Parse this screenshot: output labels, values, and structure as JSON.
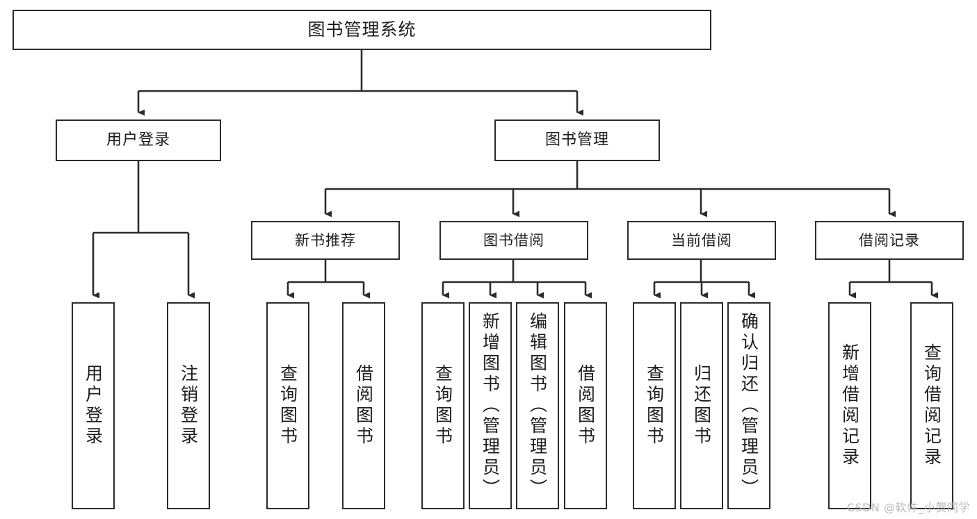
{
  "diagram": {
    "title": "图书管理系统",
    "type": "tree",
    "watermark": "CSDN @软件_小贺同学",
    "root": {
      "id": "root",
      "label": "图书管理系统"
    },
    "level2": [
      {
        "id": "user-login",
        "label": "用户登录"
      },
      {
        "id": "book-manage",
        "label": "图书管理"
      }
    ],
    "level3": [
      {
        "id": "new-book-recommend",
        "label": "新书推荐",
        "parent": "book-manage"
      },
      {
        "id": "book-borrow",
        "label": "图书借阅",
        "parent": "book-manage"
      },
      {
        "id": "current-borrow",
        "label": "当前借阅",
        "parent": "book-manage"
      },
      {
        "id": "borrow-record",
        "label": "借阅记录",
        "parent": "book-manage"
      }
    ],
    "leaves": [
      {
        "id": "leaf-user-login",
        "label": "用户登录",
        "parent": "user-login"
      },
      {
        "id": "leaf-logout",
        "label": "注销登录",
        "parent": "user-login"
      },
      {
        "id": "leaf-query-book-1",
        "label": "查询图书",
        "parent": "new-book-recommend"
      },
      {
        "id": "leaf-borrow-book-1",
        "label": "借阅图书",
        "parent": "new-book-recommend"
      },
      {
        "id": "leaf-query-book-2",
        "label": "查询图书",
        "parent": "book-borrow"
      },
      {
        "id": "leaf-add-book",
        "label": "新增图书（管理员）",
        "parent": "book-borrow"
      },
      {
        "id": "leaf-edit-book",
        "label": "编辑图书（管理员）",
        "parent": "book-borrow"
      },
      {
        "id": "leaf-borrow-book-2",
        "label": "借阅图书",
        "parent": "book-borrow"
      },
      {
        "id": "leaf-query-book-3",
        "label": "查询图书",
        "parent": "current-borrow"
      },
      {
        "id": "leaf-return-book",
        "label": "归还图书",
        "parent": "current-borrow"
      },
      {
        "id": "leaf-confirm-return",
        "label": "确认归还（管理员）",
        "parent": "current-borrow"
      },
      {
        "id": "leaf-add-record",
        "label": "新增借阅记录",
        "parent": "borrow-record"
      },
      {
        "id": "leaf-query-record",
        "label": "查询借阅记录",
        "parent": "borrow-record"
      }
    ],
    "colors": {
      "stroke": "#2b2b2b",
      "fill": "#ffffff",
      "text": "#1c1c1c",
      "watermark": "#b9b9b9"
    }
  }
}
